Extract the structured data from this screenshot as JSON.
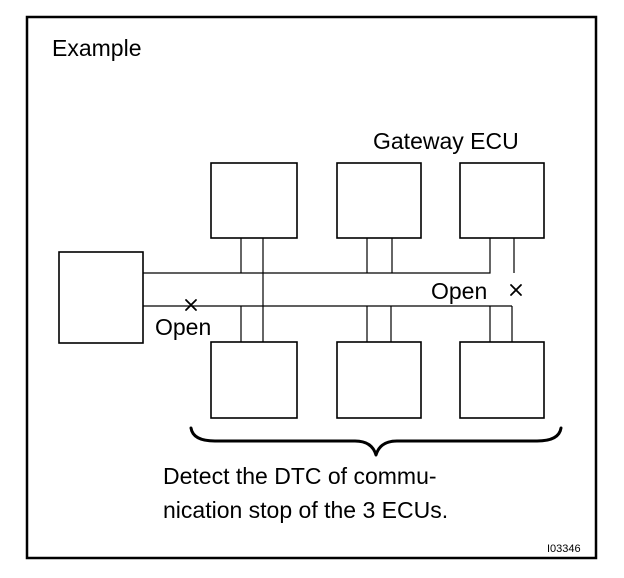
{
  "diagram": {
    "heading": "Example",
    "gateway_label": "Gateway ECU",
    "open_labels": [
      "Open",
      "Open"
    ],
    "caption_lines": [
      "Detect the DTC of commu-",
      "nication stop of the 3 ECUs."
    ],
    "figure_code": "I03346"
  }
}
